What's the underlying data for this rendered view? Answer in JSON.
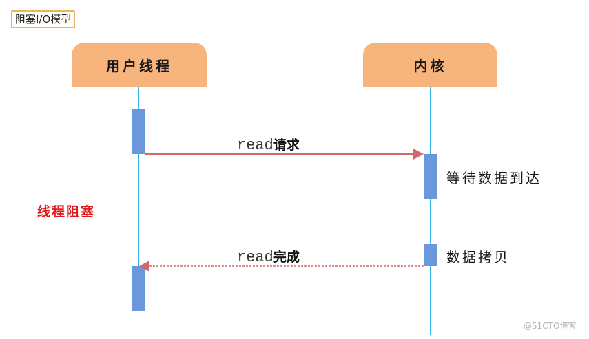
{
  "title": "阻塞I/O模型",
  "actors": {
    "user": "用户线程",
    "kernel": "内核"
  },
  "messages": {
    "request": {
      "prefix": "read",
      "suffix": "请求"
    },
    "complete": {
      "prefix": "read",
      "suffix": "完成"
    }
  },
  "notes": {
    "wait": "等待数据到达",
    "copy": "数据拷贝",
    "blocked": "线程阻塞"
  },
  "watermark": "@51CTO博客",
  "colors": {
    "actor_fill": "#f7b57d",
    "lifeline": "#2fb6e6",
    "activation": "#6b97dd",
    "arrow": "#d06a6a",
    "blocked_text": "#e0191c",
    "title_border": "#e2b85c"
  }
}
